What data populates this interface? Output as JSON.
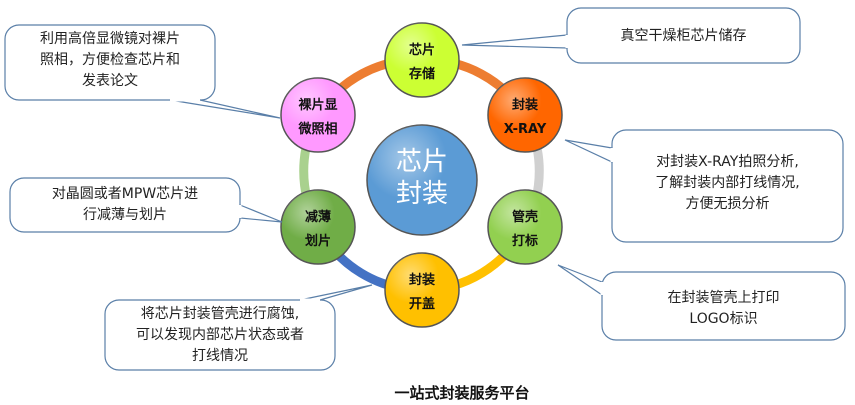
{
  "center": {
    "line1": "芯片",
    "line2": "封装",
    "color": "#5b9bd5"
  },
  "nodes": [
    {
      "line1": "芯片",
      "line2": "存储",
      "color": "#ccff33"
    },
    {
      "line1": "封装",
      "line2": "X-RAY",
      "color": "#ff6600"
    },
    {
      "line1": "管壳",
      "line2": "打标",
      "color": "#92d050"
    },
    {
      "line1": "封装",
      "line2": "开盖",
      "color": "#ffc000"
    },
    {
      "line1": "减薄",
      "line2": "划片",
      "color": "#70ad47"
    },
    {
      "line1": "裸片显",
      "line2": "微照相",
      "color": "#ff99ff"
    }
  ],
  "callouts": [
    {
      "lines": [
        "利用高倍显微镜对裸片",
        "照相，方便检查芯片和",
        "发表论文"
      ]
    },
    {
      "lines": [
        "真空干燥柜芯片储存"
      ]
    },
    {
      "lines": [
        "对封装X-RAY拍照分析,",
        "了解封装内部打线情况,",
        "方便无损分析"
      ]
    },
    {
      "lines": [
        "对晶圆或者MPW芯片进",
        "行减薄与划片"
      ]
    },
    {
      "lines": [
        "将芯片封装管壳进行腐蚀,",
        "可以发现内部芯片状态或者",
        "打线情况"
      ]
    },
    {
      "lines": [
        "在封装管壳上打印",
        "LOGO标识"
      ]
    }
  ],
  "caption": "一站式封装服务平台"
}
